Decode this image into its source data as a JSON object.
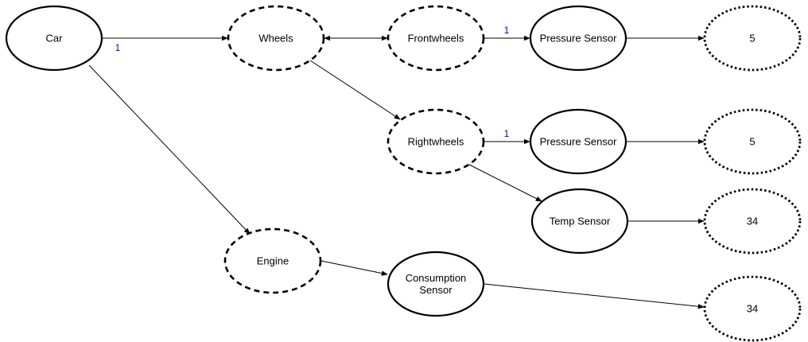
{
  "nodes": {
    "car": {
      "lines": [
        "Car"
      ],
      "style": "solid"
    },
    "wheels": {
      "lines": [
        "Wheels"
      ],
      "style": "dashed"
    },
    "frontwheels": {
      "lines": [
        "Frontwheels"
      ],
      "style": "dashed"
    },
    "pressure1": {
      "lines": [
        "Pressure Sensor"
      ],
      "style": "solid"
    },
    "value1": {
      "lines": [
        "5"
      ],
      "style": "dotted"
    },
    "rightwheels": {
      "lines": [
        "Rightwheels"
      ],
      "style": "dashed"
    },
    "pressure2": {
      "lines": [
        "Pressure Sensor"
      ],
      "style": "solid"
    },
    "value2": {
      "lines": [
        "5"
      ],
      "style": "dotted"
    },
    "temp": {
      "lines": [
        "Temp Sensor"
      ],
      "style": "solid"
    },
    "value3": {
      "lines": [
        "34"
      ],
      "style": "dotted"
    },
    "engine": {
      "lines": [
        "Engine"
      ],
      "style": "dashed"
    },
    "consumption": {
      "lines": [
        "Consumption",
        "Sensor"
      ],
      "style": "solid"
    },
    "value4": {
      "lines": [
        "34"
      ],
      "style": "dotted"
    }
  },
  "edges": [
    {
      "from": "car",
      "to": "wheels",
      "label": "1",
      "bidirectional": false
    },
    {
      "from": "wheels",
      "to": "frontwheels",
      "label": "",
      "bidirectional": true
    },
    {
      "from": "frontwheels",
      "to": "pressure1",
      "label": "1",
      "bidirectional": false
    },
    {
      "from": "pressure1",
      "to": "value1",
      "label": "",
      "bidirectional": false
    },
    {
      "from": "wheels",
      "to": "rightwheels",
      "label": "",
      "bidirectional": false
    },
    {
      "from": "rightwheels",
      "to": "pressure2",
      "label": "1",
      "bidirectional": false
    },
    {
      "from": "pressure2",
      "to": "value2",
      "label": "",
      "bidirectional": false
    },
    {
      "from": "rightwheels",
      "to": "temp",
      "label": "",
      "bidirectional": false
    },
    {
      "from": "temp",
      "to": "value3",
      "label": "",
      "bidirectional": false
    },
    {
      "from": "car",
      "to": "engine",
      "label": "",
      "bidirectional": false
    },
    {
      "from": "engine",
      "to": "consumption",
      "label": "",
      "bidirectional": false
    },
    {
      "from": "consumption",
      "to": "value4",
      "label": "",
      "bidirectional": false
    }
  ],
  "colors": {
    "stroke": "#000000",
    "edge_label": "#0000cc"
  }
}
